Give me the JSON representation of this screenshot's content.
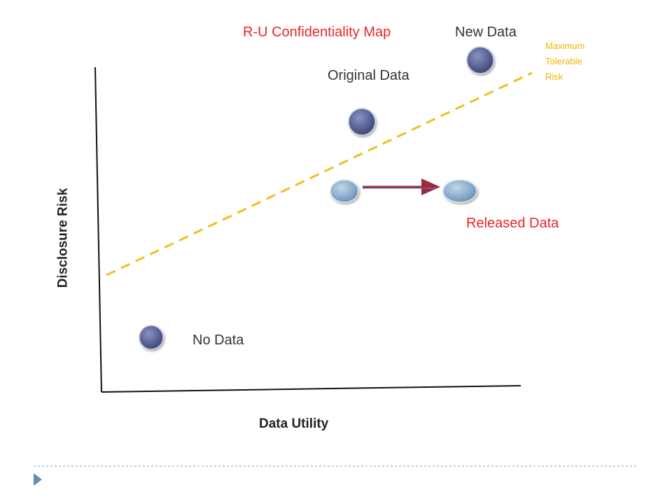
{
  "title": "R-U Confidentiality Map",
  "labels": {
    "new_data": "New Data",
    "original_data": "Original Data",
    "released_data": "Released Data",
    "no_data": "No Data",
    "max_risk_line1": "Maximum",
    "max_risk_line2": "Tolerable",
    "max_risk_line3": "Risk"
  },
  "axes": {
    "x": "Data Utility",
    "y": "Disclosure Risk"
  },
  "colors": {
    "title": "#e8262b",
    "released": "#e8262b",
    "threshold_line": "#f0c020",
    "threshold_text": "#f0b400",
    "dark_circle": "#5b6598",
    "light_circle": "#8eb0cf",
    "arrow": "#9a2c3e",
    "footer_accent": "#5f8fb5"
  }
}
